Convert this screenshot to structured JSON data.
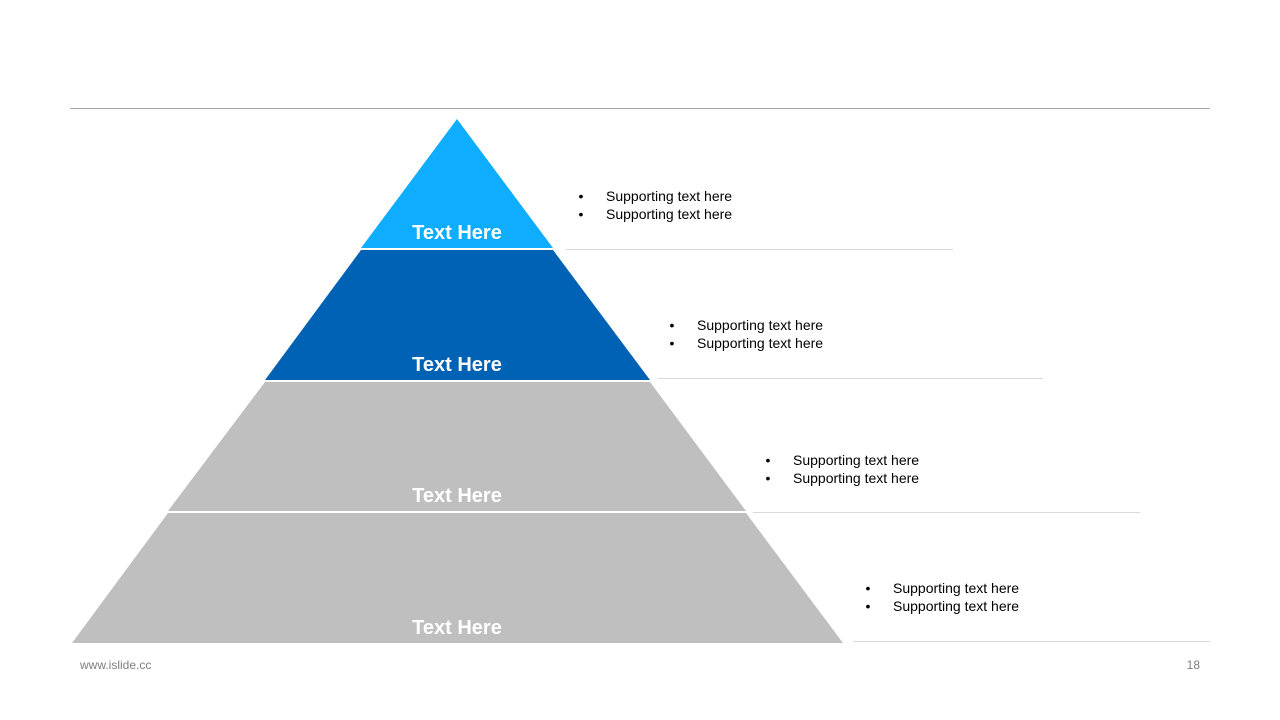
{
  "pyramid": {
    "levels": [
      {
        "label": "Text Here",
        "color": "#0fadff",
        "supporting": [
          "Supporting text here",
          "Supporting text here"
        ]
      },
      {
        "label": "Text Here",
        "color": "#0062b4",
        "supporting": [
          "Supporting text here",
          "Supporting text here"
        ]
      },
      {
        "label": "Text Here",
        "color": "#bfbfbf",
        "supporting": [
          "Supporting text here",
          "Supporting text here"
        ]
      },
      {
        "label": "Text Here",
        "color": "#bfbfbf",
        "supporting": [
          "Supporting text here",
          "Supporting text here"
        ]
      }
    ]
  },
  "footer": {
    "url": "www.islide.cc",
    "page_number": "18"
  },
  "bullet_glyph": "•"
}
